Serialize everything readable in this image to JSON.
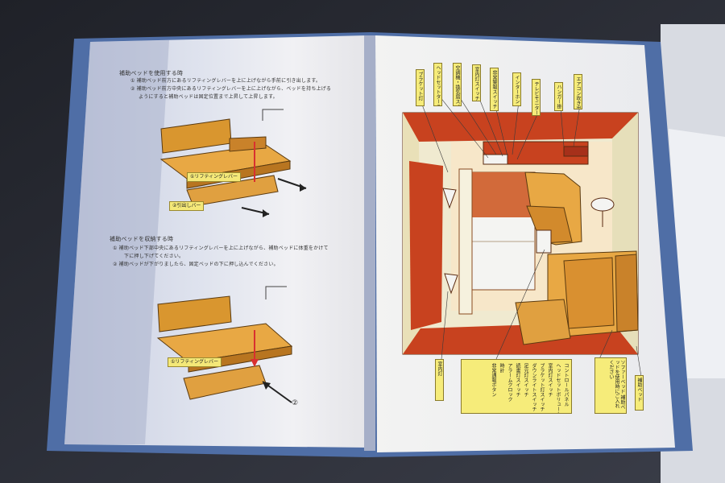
{
  "binder": {
    "left_page": {
      "section1_heading": "補助ベッドを使用する時",
      "section1_step1": "① 補助ベッド前方にあるリフティングレバーを上に上げながら手前に引き出します。",
      "section1_step2": "② 補助ベッド前方中央にあるリフティングレバーを上に上げながら、ベッドを持ち上げる",
      "section1_step2b": "ようにすると補助ベッドは固定位置まで上昇して上昇します。",
      "label_lifting_lever_1": "①リフティングレバー",
      "label_pull_bar": "②引出しバー",
      "section2_heading": "補助ベッドを収納する時",
      "section2_step1": "① 補助ベッド下部中央にあるリフティングレバーを上に上げながら、補助ベッドに体重をかけて",
      "section2_step1b": "下に押し下げてください。",
      "section2_step2": "② 補助ベッドが下がりましたら、固定ベッドの下に押し込んでください。",
      "label_lifting_lever_2": "①リフティングレバー",
      "circled_marker": "②"
    },
    "right_page": {
      "top_callouts": [
        "ブラケット灯",
        "ヘッドセットターミナル",
        "空調機・換気扇スイッチ",
        "室内灯スイッチ",
        "非常警報スイッチ",
        "インターホン",
        "テレビモニター",
        "ハンガー掛",
        "エアコン吹き出し口"
      ],
      "bottom_left_callout": "室内灯",
      "bottom_list": [
        "コントロールパネル",
        "ヘッドセットボリューム",
        "室内灯スイッチ",
        "ブラケット灯スイッチ",
        "ダウンライトスイッチ",
        "足元灯スイッチ",
        "読書灯スイッチ",
        "アラームクロック",
        "時計",
        "非常通報ボタン"
      ],
      "sofa_note": "ソファーベッド 補助ベッドを使用時にご入れください",
      "aux_bed_callout": "補助ベッド"
    }
  },
  "colors": {
    "background": "#2b2d36",
    "binder_blue": "#5b7db3",
    "page": "#e9eaf0",
    "wood": "#e0a040",
    "cabin_red": "#c8421f",
    "callout_yellow": "#f6ec7a"
  }
}
